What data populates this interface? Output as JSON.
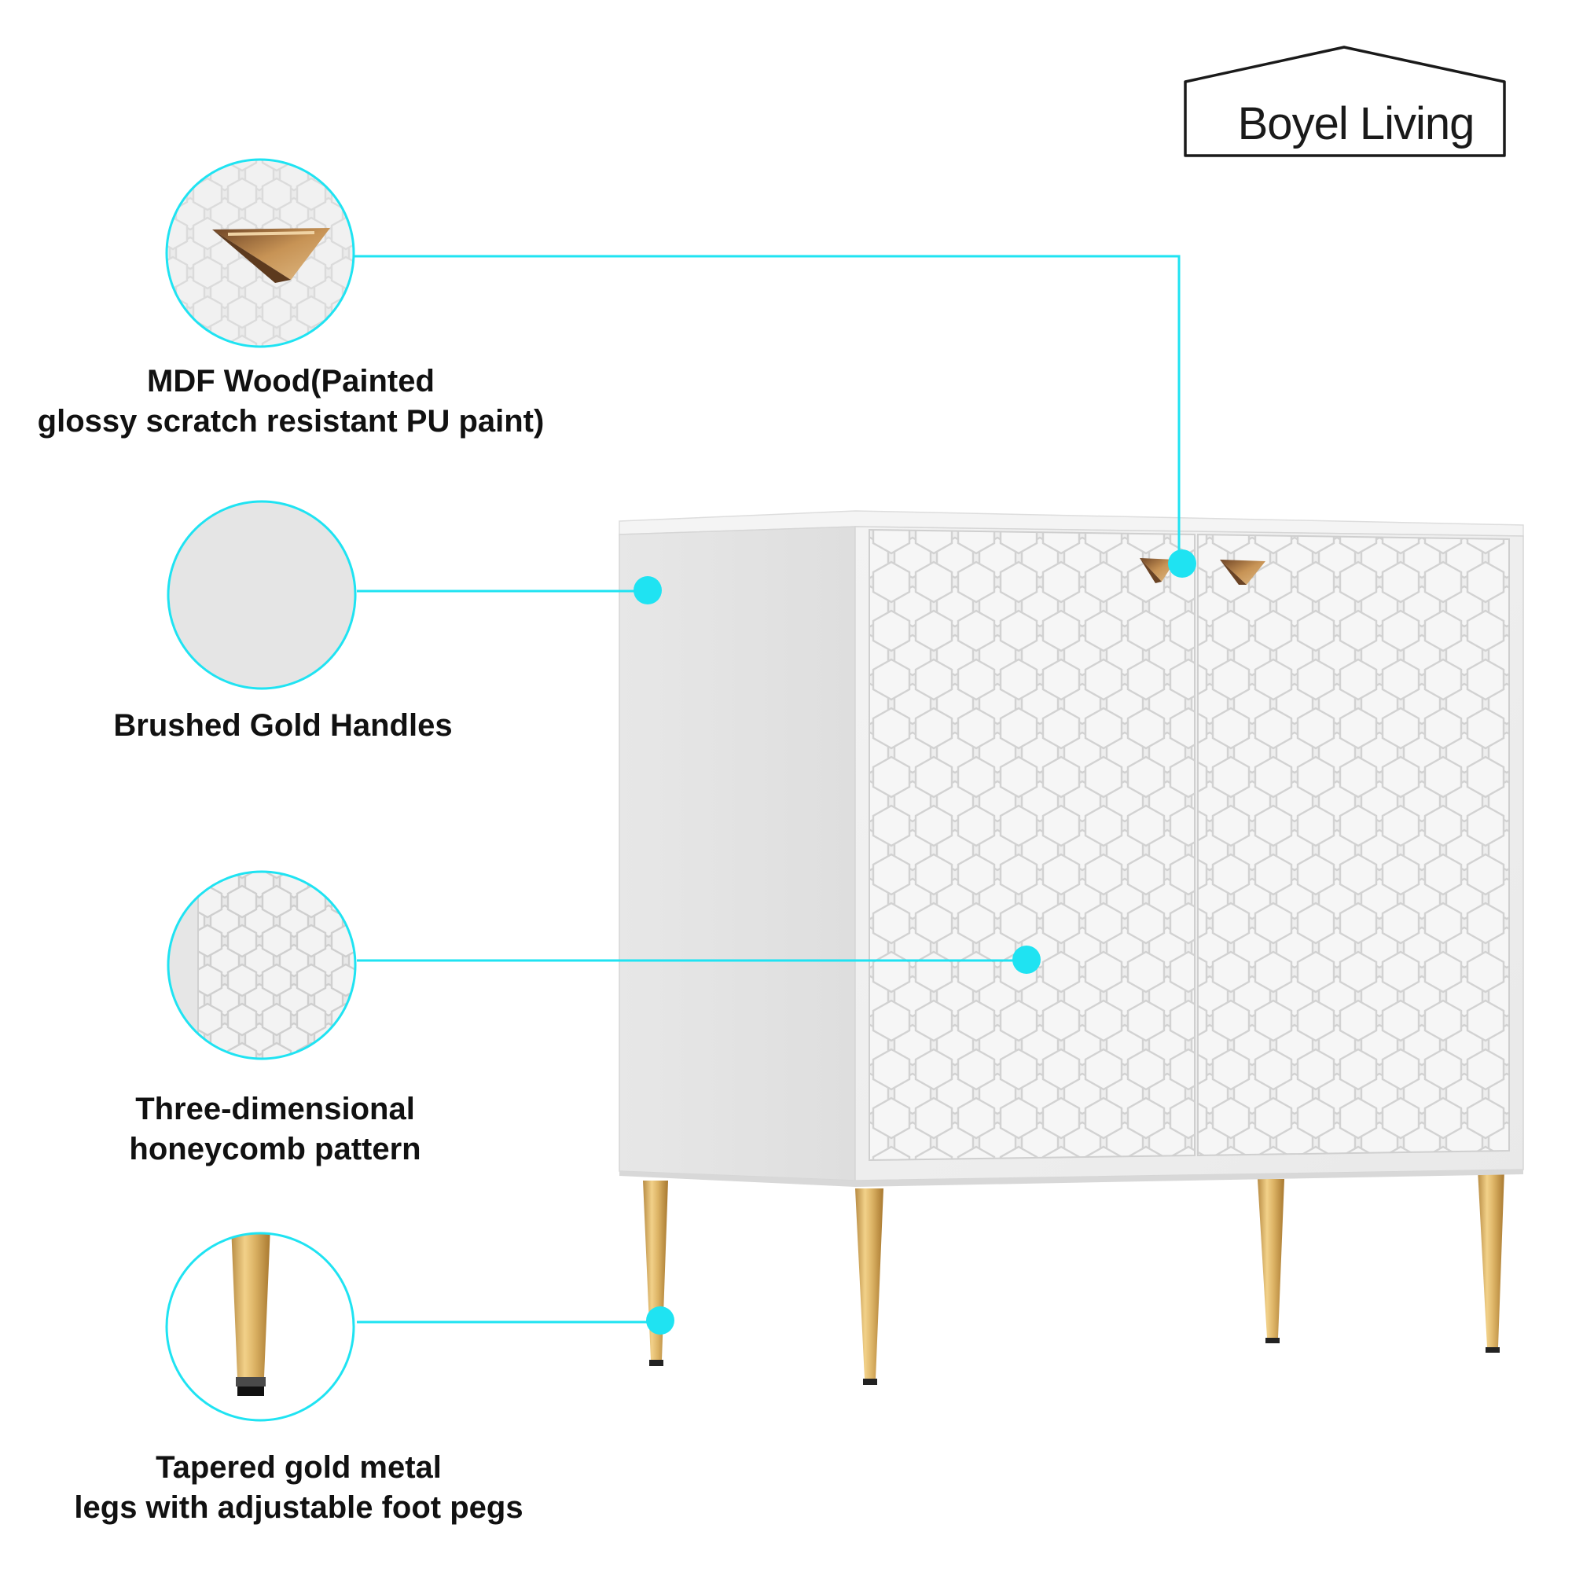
{
  "brand": {
    "name": "Boyel Living"
  },
  "accent_color": "#1fe3f2",
  "features": [
    {
      "id": "mdf",
      "line1": "MDF Wood(Painted",
      "line2": "glossy scratch resistant PU paint)"
    },
    {
      "id": "handles",
      "line1": "Brushed Gold Handles"
    },
    {
      "id": "honeycomb",
      "line1": "Three-dimensional",
      "line2": "honeycomb pattern"
    },
    {
      "id": "legs",
      "line1": "Tapered gold metal",
      "line2": "legs with adjustable foot pegs"
    }
  ],
  "product": {
    "description": "white two-door accent cabinet with honeycomb relief doors and gold legs"
  }
}
